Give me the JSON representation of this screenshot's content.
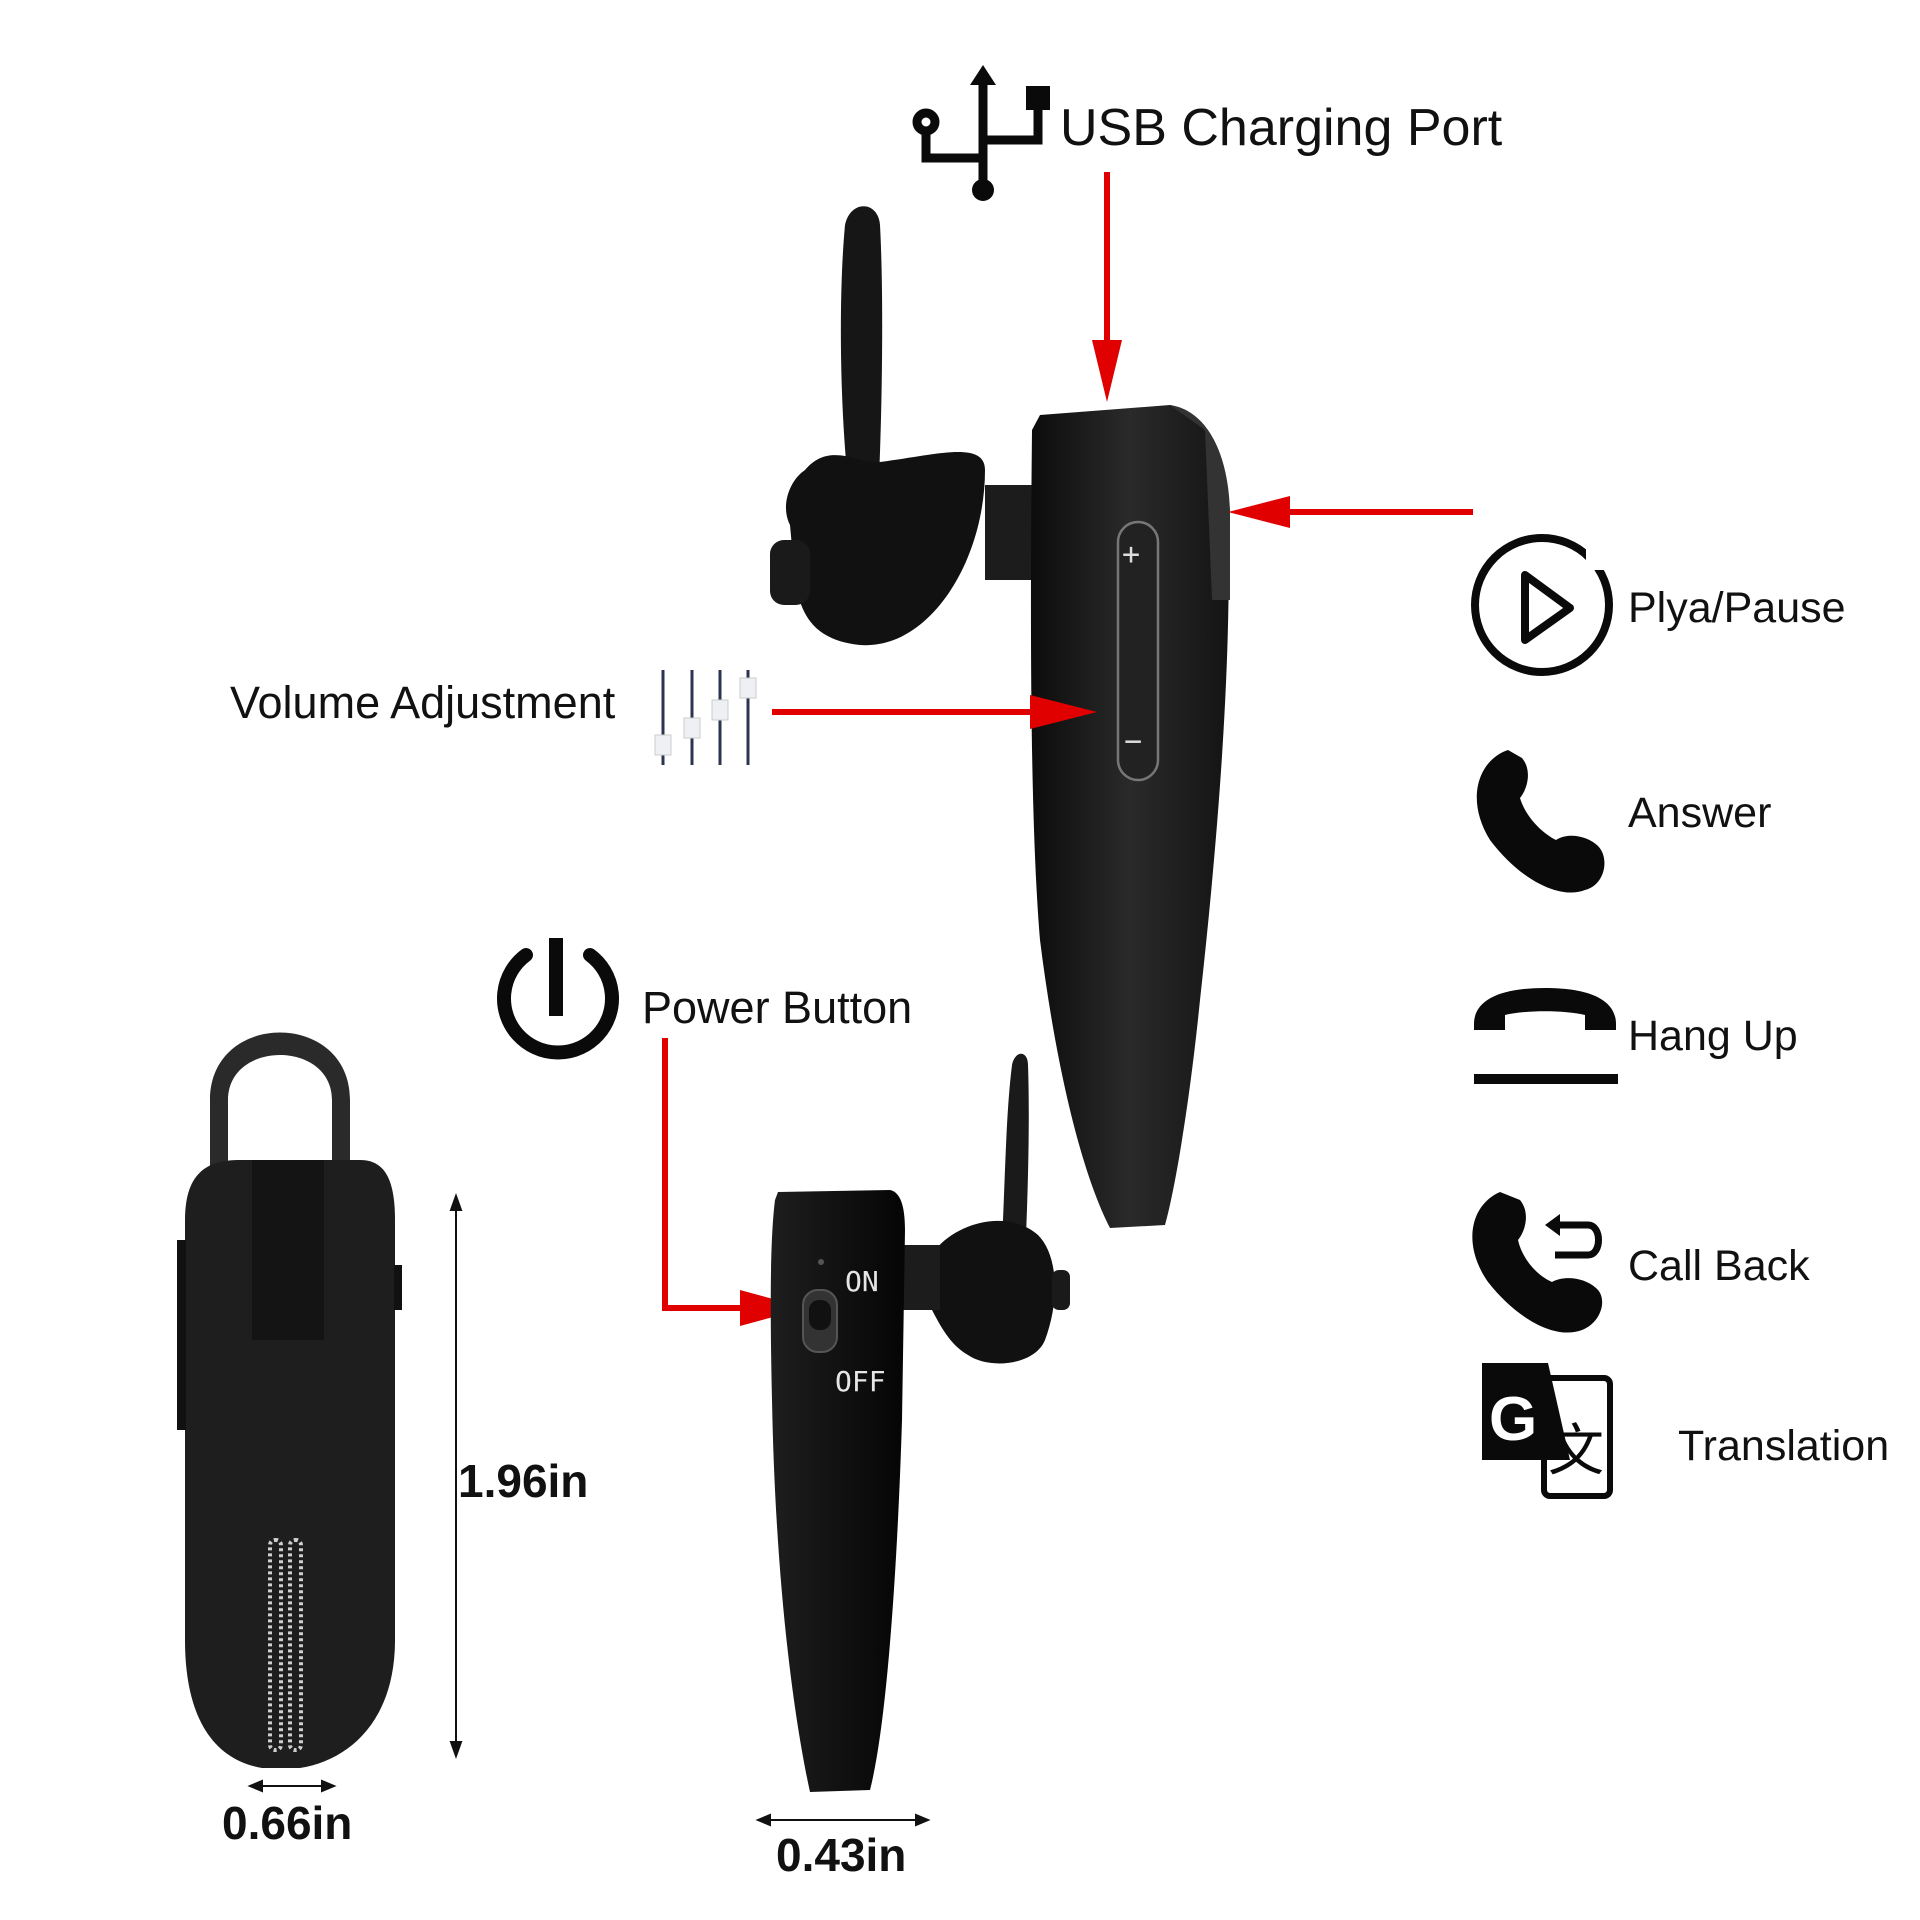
{
  "callouts": {
    "usb": "USB Charging Port",
    "volume": "Volume Adjustment",
    "power": "Power Button"
  },
  "functions": [
    {
      "label": "Plya/Pause",
      "icon": "play-circle-icon"
    },
    {
      "label": "Answer",
      "icon": "phone-icon"
    },
    {
      "label": "Hang Up",
      "icon": "hang-up-icon"
    },
    {
      "label": "Call Back",
      "icon": "call-back-icon"
    },
    {
      "label": "Translation",
      "icon": "translate-icon"
    }
  ],
  "switch": {
    "on": "ON",
    "off": "OFF"
  },
  "buttons": {
    "plus": "+",
    "minus": "−"
  },
  "dimensions": {
    "height": "1.96in",
    "width": "0.66in",
    "depth": "0.43in"
  },
  "colors": {
    "arrow": "#e00000",
    "body": "#1a1a1a",
    "icon": "#0a0a0a"
  }
}
